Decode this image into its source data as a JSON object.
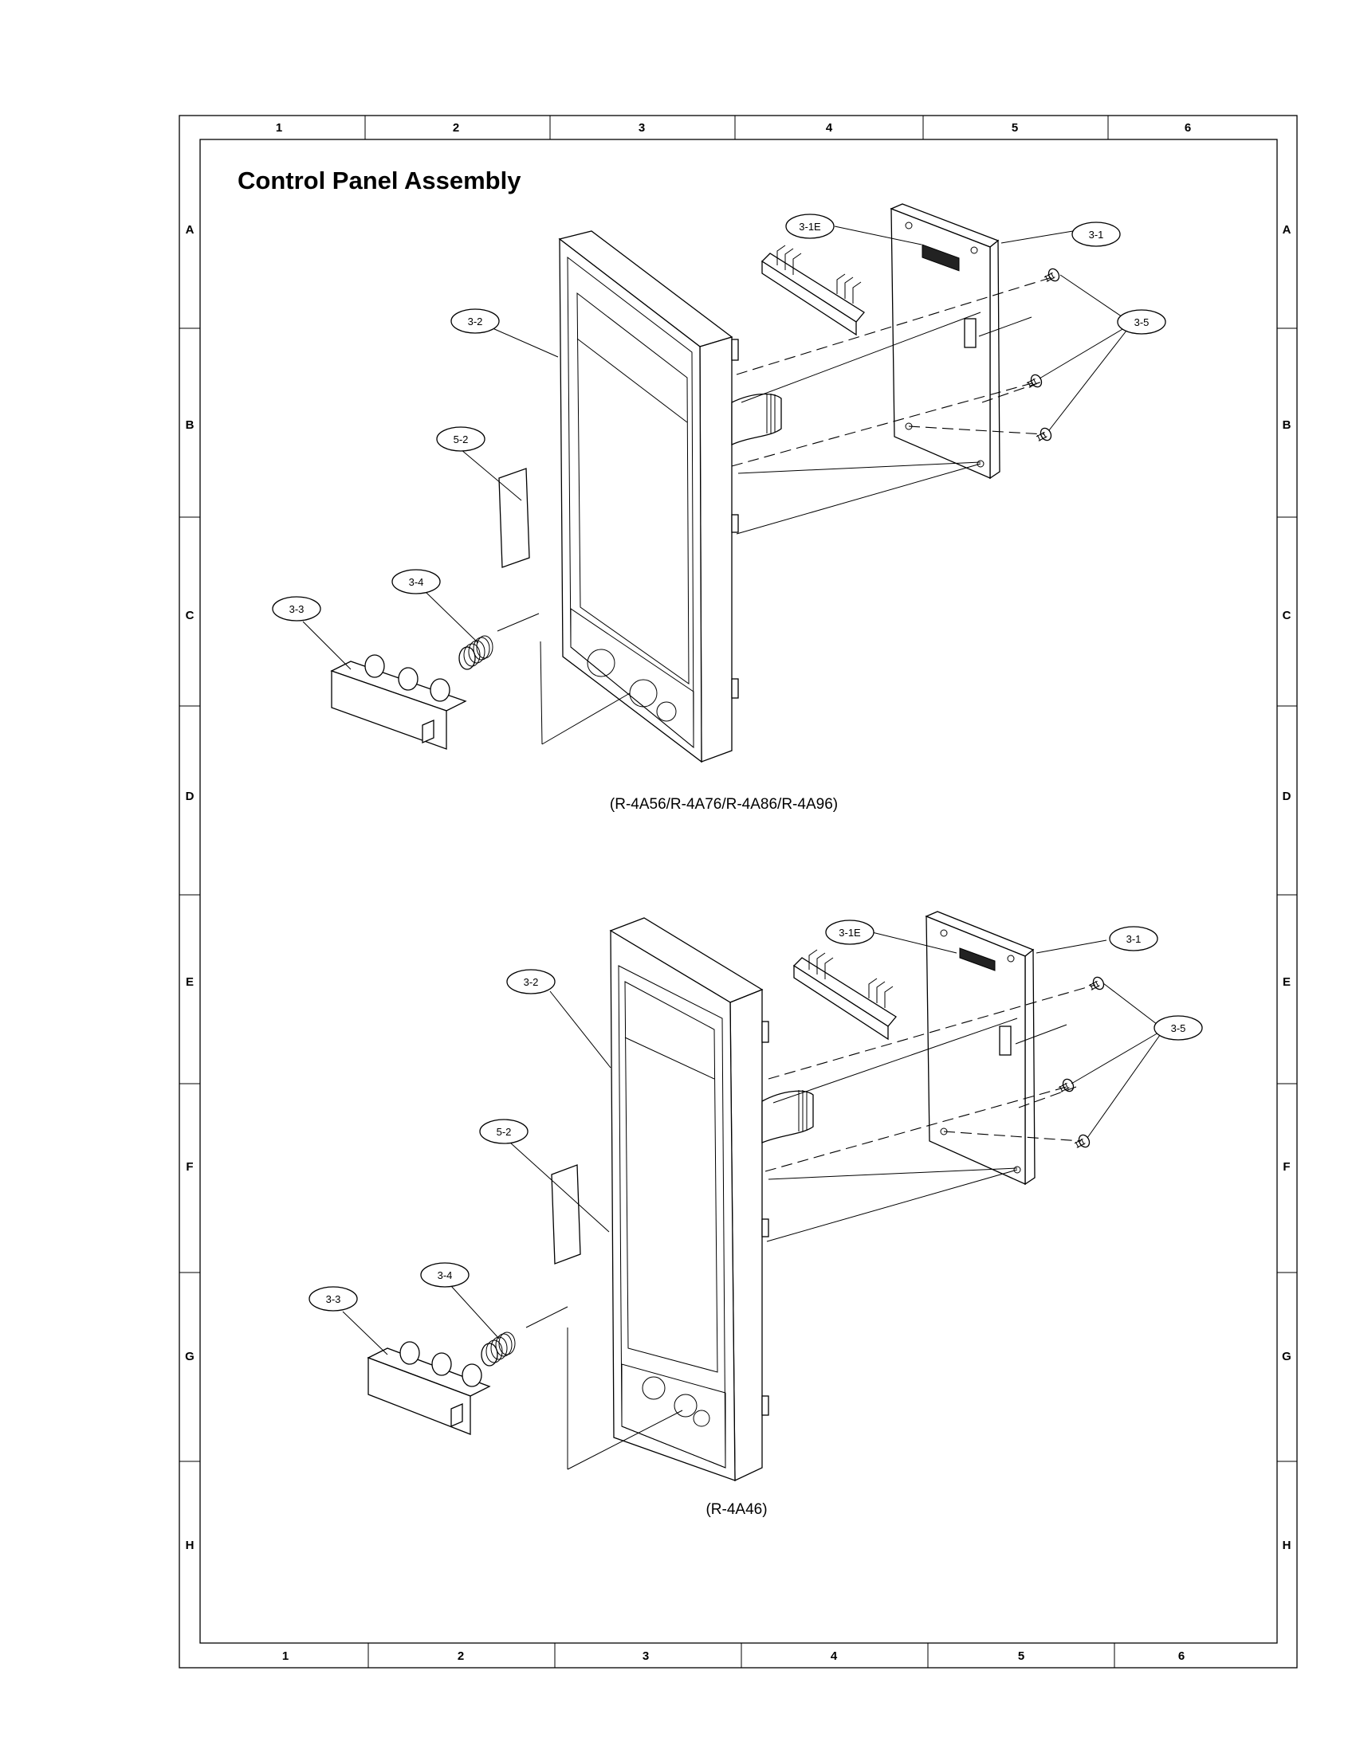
{
  "title": "Control Panel Assembly",
  "columns": [
    "1",
    "2",
    "3",
    "4",
    "5",
    "6"
  ],
  "rows": [
    "A",
    "B",
    "C",
    "D",
    "E",
    "F",
    "G",
    "H"
  ],
  "views": [
    {
      "caption": "(R-4A56/R-4A76/R-4A86/R-4A96)",
      "labels": {
        "p31e": "3-1E",
        "p31": "3-1",
        "p35": "3-5",
        "p32": "3-2",
        "p52": "5-2",
        "p34": "3-4",
        "p33": "3-3"
      }
    },
    {
      "caption": "(R-4A46)",
      "labels": {
        "p31e": "3-1E",
        "p31": "3-1",
        "p35": "3-5",
        "p32": "3-2",
        "p52": "5-2",
        "p34": "3-4",
        "p33": "3-3"
      }
    }
  ]
}
